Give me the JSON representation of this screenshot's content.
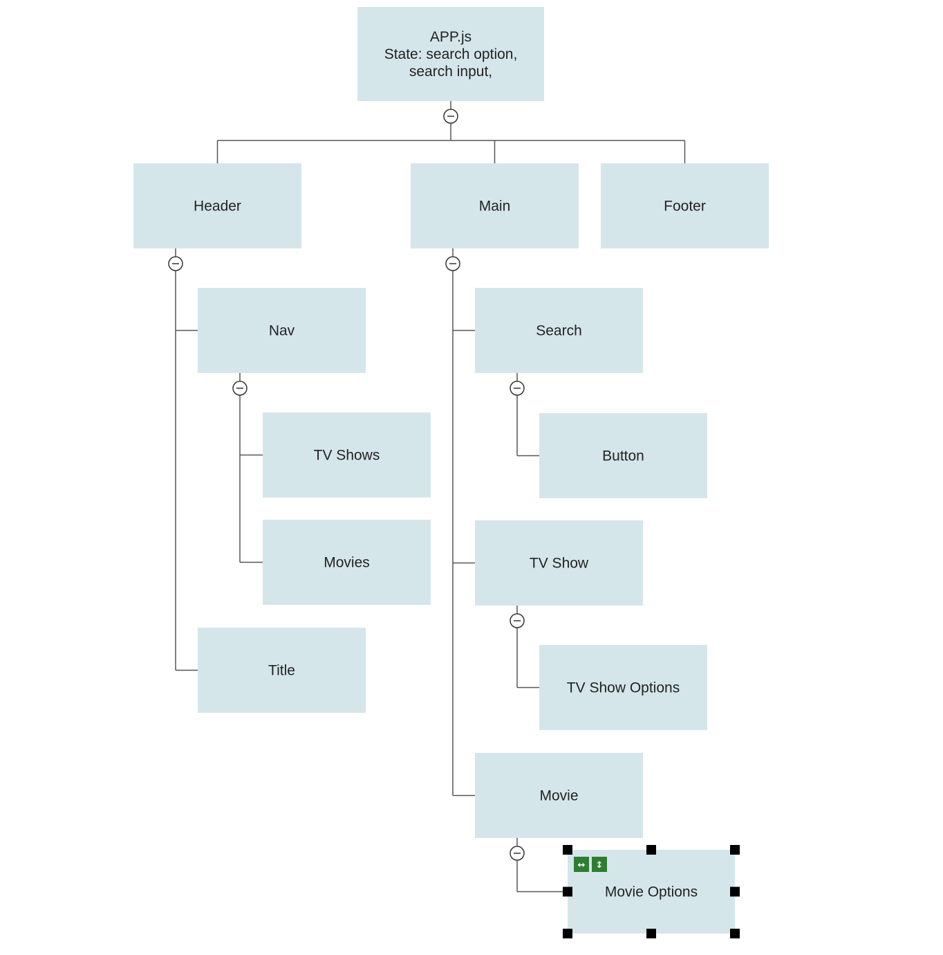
{
  "diagram": {
    "nodes": [
      {
        "id": "app",
        "lines": [
          "APP.js",
          "State: search option,",
          "search input,"
        ]
      },
      {
        "id": "header",
        "lines": [
          "Header"
        ]
      },
      {
        "id": "main",
        "lines": [
          "Main"
        ]
      },
      {
        "id": "footer",
        "lines": [
          "Footer"
        ]
      },
      {
        "id": "nav",
        "lines": [
          "Nav"
        ]
      },
      {
        "id": "tvshows",
        "lines": [
          "TV Shows"
        ]
      },
      {
        "id": "movies",
        "lines": [
          "Movies"
        ]
      },
      {
        "id": "title",
        "lines": [
          "Title"
        ]
      },
      {
        "id": "search",
        "lines": [
          "Search"
        ]
      },
      {
        "id": "button",
        "lines": [
          "Button"
        ]
      },
      {
        "id": "tvshow",
        "lines": [
          "TV Show"
        ]
      },
      {
        "id": "tvshowoptions",
        "lines": [
          "TV Show Options"
        ]
      },
      {
        "id": "movie",
        "lines": [
          "Movie"
        ]
      },
      {
        "id": "movieoptions",
        "lines": [
          "Movie Options"
        ]
      }
    ],
    "edges": [
      [
        "app",
        "header"
      ],
      [
        "app",
        "main"
      ],
      [
        "app",
        "footer"
      ],
      [
        "header",
        "nav"
      ],
      [
        "header",
        "title"
      ],
      [
        "nav",
        "tvshows"
      ],
      [
        "nav",
        "movies"
      ],
      [
        "main",
        "search"
      ],
      [
        "main",
        "tvshow"
      ],
      [
        "main",
        "movie"
      ],
      [
        "search",
        "button"
      ],
      [
        "tvshow",
        "tvshowoptions"
      ],
      [
        "movie",
        "movieoptions"
      ]
    ],
    "selected_node": "movieoptions",
    "colors": {
      "node_fill": "#d5e6ea",
      "edge": "#555555",
      "selection_handle": "#000000",
      "resize_buttons": "#2e7d32"
    }
  }
}
